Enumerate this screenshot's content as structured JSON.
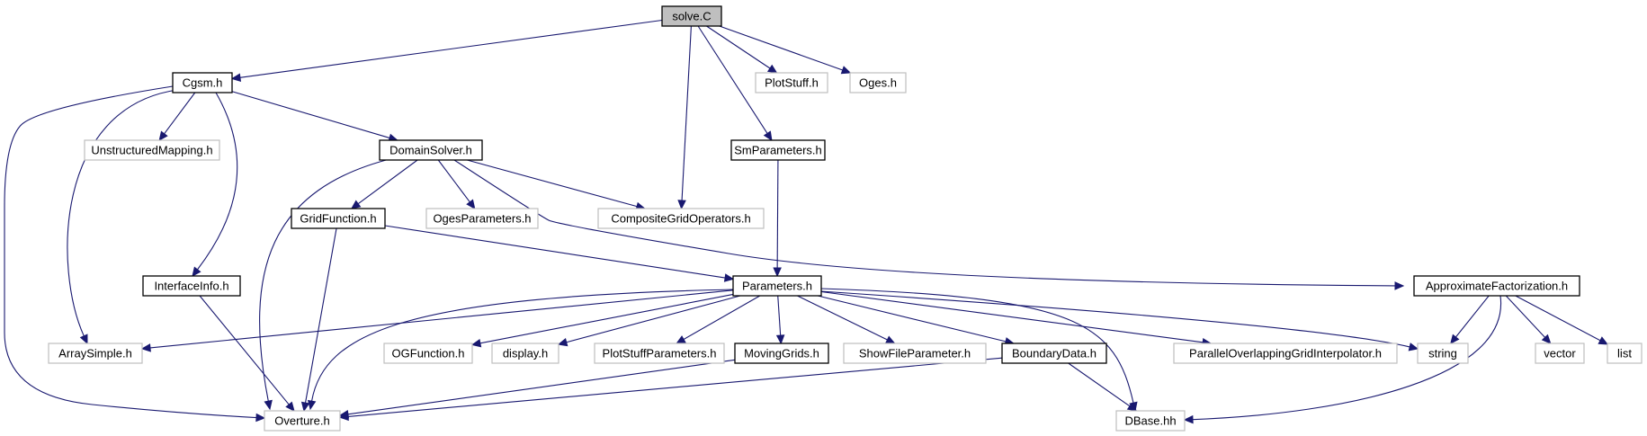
{
  "graph": {
    "type": "include-dependency-graph",
    "colors": {
      "edge": "#191970",
      "focus_fill": "#bfbfbf",
      "border_strong": "#000000",
      "border_faint": "#bfbfbf"
    },
    "nodes": [
      {
        "id": "solve_C",
        "label": "solve.C",
        "style": "focus"
      },
      {
        "id": "Cgsm_h",
        "label": "Cgsm.h",
        "style": "solid"
      },
      {
        "id": "PlotStuff_h",
        "label": "PlotStuff.h",
        "style": "faint"
      },
      {
        "id": "Oges_h",
        "label": "Oges.h",
        "style": "faint"
      },
      {
        "id": "UnstructuredMapping_h",
        "label": "UnstructuredMapping.h",
        "style": "faint"
      },
      {
        "id": "DomainSolver_h",
        "label": "DomainSolver.h",
        "style": "solid"
      },
      {
        "id": "SmParameters_h",
        "label": "SmParameters.h",
        "style": "solid"
      },
      {
        "id": "GridFunction_h",
        "label": "GridFunction.h",
        "style": "solid"
      },
      {
        "id": "OgesParameters_h",
        "label": "OgesParameters.h",
        "style": "faint"
      },
      {
        "id": "CompositeGridOperators_h",
        "label": "CompositeGridOperators.h",
        "style": "faint"
      },
      {
        "id": "InterfaceInfo_h",
        "label": "InterfaceInfo.h",
        "style": "solid"
      },
      {
        "id": "Parameters_h",
        "label": "Parameters.h",
        "style": "solid"
      },
      {
        "id": "ApproximateFactorization_h",
        "label": "ApproximateFactorization.h",
        "style": "solid"
      },
      {
        "id": "ArraySimple_h",
        "label": "ArraySimple.h",
        "style": "faint"
      },
      {
        "id": "OGFunction_h",
        "label": "OGFunction.h",
        "style": "faint"
      },
      {
        "id": "display_h",
        "label": "display.h",
        "style": "faint"
      },
      {
        "id": "PlotStuffParameters_h",
        "label": "PlotStuffParameters.h",
        "style": "faint"
      },
      {
        "id": "MovingGrids_h",
        "label": "MovingGrids.h",
        "style": "solid"
      },
      {
        "id": "ShowFileParameter_h",
        "label": "ShowFileParameter.h",
        "style": "faint"
      },
      {
        "id": "BoundaryData_h",
        "label": "BoundaryData.h",
        "style": "solid"
      },
      {
        "id": "ParallelOverlappingGridInterpolator_h",
        "label": "ParallelOverlappingGridInterpolator.h",
        "style": "faint"
      },
      {
        "id": "string",
        "label": "string",
        "style": "faint"
      },
      {
        "id": "vector",
        "label": "vector",
        "style": "faint"
      },
      {
        "id": "list",
        "label": "list",
        "style": "faint"
      },
      {
        "id": "Overture_h",
        "label": "Overture.h",
        "style": "faint"
      },
      {
        "id": "DBase_hh",
        "label": "DBase.hh",
        "style": "faint"
      }
    ],
    "edges": [
      {
        "from": "solve_C",
        "to": "Cgsm_h"
      },
      {
        "from": "solve_C",
        "to": "PlotStuff_h"
      },
      {
        "from": "solve_C",
        "to": "Oges_h"
      },
      {
        "from": "solve_C",
        "to": "SmParameters_h"
      },
      {
        "from": "solve_C",
        "to": "CompositeGridOperators_h"
      },
      {
        "from": "Cgsm_h",
        "to": "UnstructuredMapping_h"
      },
      {
        "from": "Cgsm_h",
        "to": "DomainSolver_h"
      },
      {
        "from": "Cgsm_h",
        "to": "InterfaceInfo_h"
      },
      {
        "from": "Cgsm_h",
        "to": "ArraySimple_h"
      },
      {
        "from": "Cgsm_h",
        "to": "Overture_h"
      },
      {
        "from": "DomainSolver_h",
        "to": "GridFunction_h"
      },
      {
        "from": "DomainSolver_h",
        "to": "OgesParameters_h"
      },
      {
        "from": "DomainSolver_h",
        "to": "CompositeGridOperators_h"
      },
      {
        "from": "DomainSolver_h",
        "to": "ApproximateFactorization_h"
      },
      {
        "from": "DomainSolver_h",
        "to": "Overture_h"
      },
      {
        "from": "SmParameters_h",
        "to": "Parameters_h"
      },
      {
        "from": "GridFunction_h",
        "to": "Parameters_h"
      },
      {
        "from": "GridFunction_h",
        "to": "Overture_h"
      },
      {
        "from": "InterfaceInfo_h",
        "to": "Overture_h"
      },
      {
        "from": "Parameters_h",
        "to": "ArraySimple_h"
      },
      {
        "from": "Parameters_h",
        "to": "OGFunction_h"
      },
      {
        "from": "Parameters_h",
        "to": "display_h"
      },
      {
        "from": "Parameters_h",
        "to": "PlotStuffParameters_h"
      },
      {
        "from": "Parameters_h",
        "to": "MovingGrids_h"
      },
      {
        "from": "Parameters_h",
        "to": "ShowFileParameter_h"
      },
      {
        "from": "Parameters_h",
        "to": "BoundaryData_h"
      },
      {
        "from": "Parameters_h",
        "to": "ParallelOverlappingGridInterpolator_h"
      },
      {
        "from": "Parameters_h",
        "to": "string"
      },
      {
        "from": "Parameters_h",
        "to": "Overture_h"
      },
      {
        "from": "Parameters_h",
        "to": "DBase_hh"
      },
      {
        "from": "MovingGrids_h",
        "to": "Overture_h"
      },
      {
        "from": "BoundaryData_h",
        "to": "Overture_h"
      },
      {
        "from": "BoundaryData_h",
        "to": "DBase_hh"
      },
      {
        "from": "ApproximateFactorization_h",
        "to": "string"
      },
      {
        "from": "ApproximateFactorization_h",
        "to": "vector"
      },
      {
        "from": "ApproximateFactorization_h",
        "to": "list"
      },
      {
        "from": "ApproximateFactorization_h",
        "to": "DBase_hh"
      }
    ]
  }
}
